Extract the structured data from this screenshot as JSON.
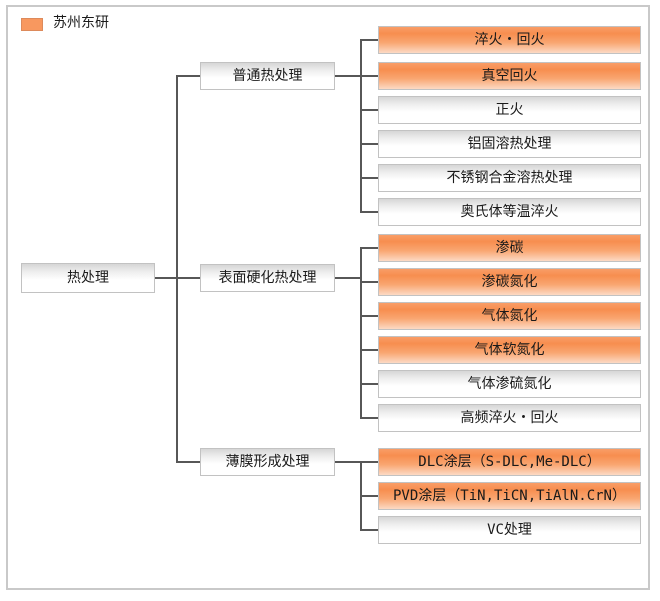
{
  "legend": {
    "label": "苏州东研",
    "swatch_color": "#F8985F"
  },
  "root": {
    "label": "热处理"
  },
  "branches": [
    {
      "label": "普通热处理",
      "children": [
        {
          "label": "淬火・回火",
          "highlight": true
        },
        {
          "label": "真空回火",
          "highlight": true
        },
        {
          "label": "正火",
          "highlight": false
        },
        {
          "label": "铝固溶热处理",
          "highlight": false
        },
        {
          "label": "不锈钢合金溶热处理",
          "highlight": false
        },
        {
          "label": "奥氏体等温淬火",
          "highlight": false
        }
      ]
    },
    {
      "label": "表面硬化热处理",
      "children": [
        {
          "label": "渗碳",
          "highlight": true
        },
        {
          "label": "渗碳氮化",
          "highlight": true
        },
        {
          "label": "气体氮化",
          "highlight": true
        },
        {
          "label": "气体软氮化",
          "highlight": true
        },
        {
          "label": "气体渗硫氮化",
          "highlight": false
        },
        {
          "label": "高频淬火・回火",
          "highlight": false
        }
      ]
    },
    {
      "label": "薄膜形成处理",
      "children": [
        {
          "label": "DLC涂层（S-DLC,Me-DLC）",
          "highlight": true
        },
        {
          "label": "PVD涂层（TiN,TiCN,TiAlN.CrN）",
          "highlight": true
        },
        {
          "label": "VC处理",
          "highlight": false
        }
      ]
    }
  ],
  "colors": {
    "highlight_fill": "#F8965E",
    "plain_fill": "#FFFFFF",
    "connector": "#575757"
  }
}
